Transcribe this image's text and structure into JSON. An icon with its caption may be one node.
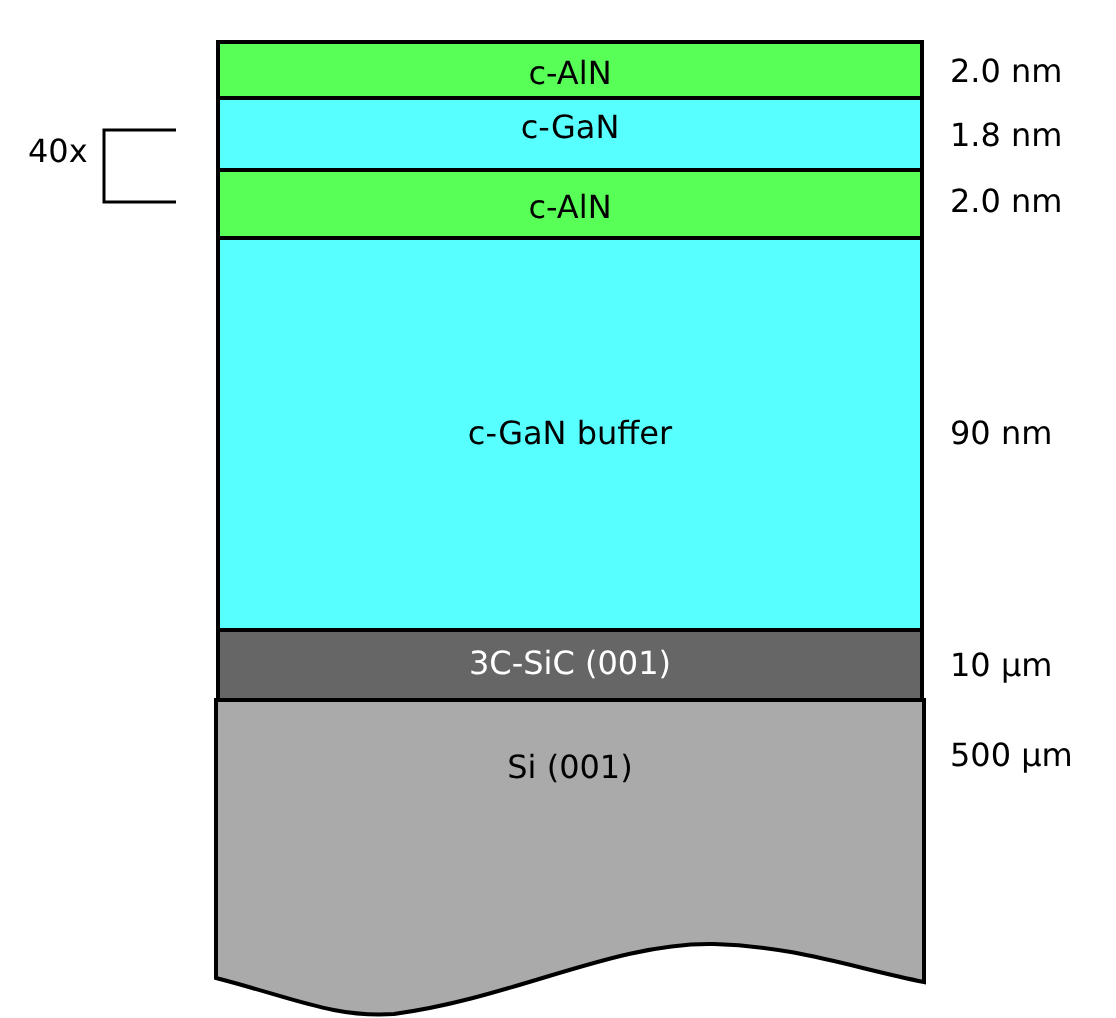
{
  "diagram": {
    "nodes": [
      {
        "text": [
          "c-AlN"
        ],
        "beside": [
          "2.0 nm"
        ]
      },
      {
        "text": [
          "c-GaN"
        ],
        "beside": [
          "1.8 nm"
        ]
      },
      {
        "text": [
          "c-AlN"
        ],
        "beside": [
          "2.0 nm"
        ]
      },
      {
        "text": [
          "c-GaN buffer"
        ],
        "beside": [
          "90 nm"
        ]
      },
      {
        "text": [
          "3C-SiC (001)"
        ],
        "beside": [
          "10 µm"
        ]
      },
      {
        "text": [
          "Si (001)"
        ],
        "beside": [
          "500 µm"
        ]
      }
    ],
    "labels": [
      "40x"
    ]
  }
}
